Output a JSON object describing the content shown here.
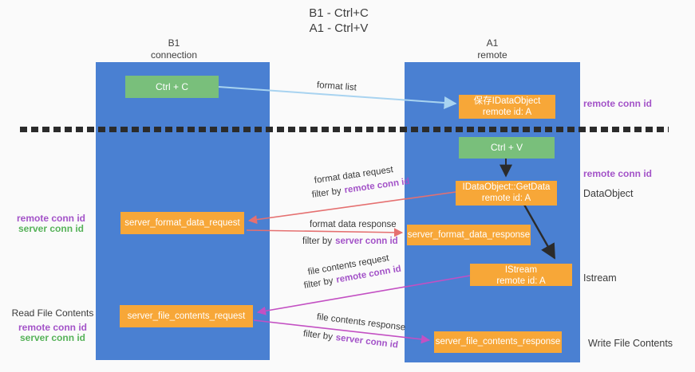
{
  "title": {
    "line1": "B1 - Ctrl+C",
    "line2": "A1 - Ctrl+V"
  },
  "lanes": {
    "b1": {
      "name": "B1",
      "role": "connection"
    },
    "a1": {
      "name": "A1",
      "role": "remote"
    }
  },
  "boxes": {
    "ctrl_c": {
      "label": "Ctrl + C"
    },
    "save_dataobject": {
      "title": "保存IDataObject",
      "subtitle": "remote id: A"
    },
    "ctrl_v": {
      "label": "Ctrl + V"
    },
    "getdata": {
      "title": "IDataObject::GetData",
      "subtitle": "remote id: A"
    },
    "server_format_data_request": {
      "label": "server_format_data_request"
    },
    "server_format_data_response": {
      "label": "server_format_data_response"
    },
    "istream": {
      "title": "IStream",
      "subtitle": "remote id: A"
    },
    "server_file_contents_request": {
      "label": "server_file_contents_request"
    },
    "server_file_contents_response": {
      "label": "server_file_contents_response"
    }
  },
  "flows": {
    "format_list": {
      "label": "format list"
    },
    "format_data_request": {
      "label": "format data request",
      "filter_prefix": "filter by",
      "filter_key": "remote conn id"
    },
    "format_data_response": {
      "label": "format data response",
      "filter_prefix": "filter by",
      "filter_key": "server conn id"
    },
    "file_contents_request": {
      "label": "file contents request",
      "filter_prefix": "filter by",
      "filter_key": "remote conn id"
    },
    "file_contents_response": {
      "label": "file contents response",
      "filter_prefix": "filter by",
      "filter_key": "server conn id"
    }
  },
  "annotations": {
    "left_format": {
      "remote": "remote conn id",
      "server": "server conn id"
    },
    "left_file": {
      "title": "Read File Contents",
      "remote": "remote conn id",
      "server": "server conn id"
    },
    "right_top": "remote conn id",
    "right_mid": "remote conn id",
    "right_dataobject": "DataObject",
    "right_istream": "Istream",
    "right_write": "Write File Contents"
  },
  "colors": {
    "lane_blue": "#4a80d2",
    "box_green": "#79bf7b",
    "box_orange": "#f7a738",
    "arrow_red": "#e57070",
    "arrow_magenta": "#c350c3",
    "arrow_lightblue": "#a8d3f0",
    "arrow_black": "#2b2b2b",
    "text_purple": "#a353c8",
    "text_green": "#56b259",
    "text_dark": "#3a3a3a",
    "background": "#fafafa"
  }
}
